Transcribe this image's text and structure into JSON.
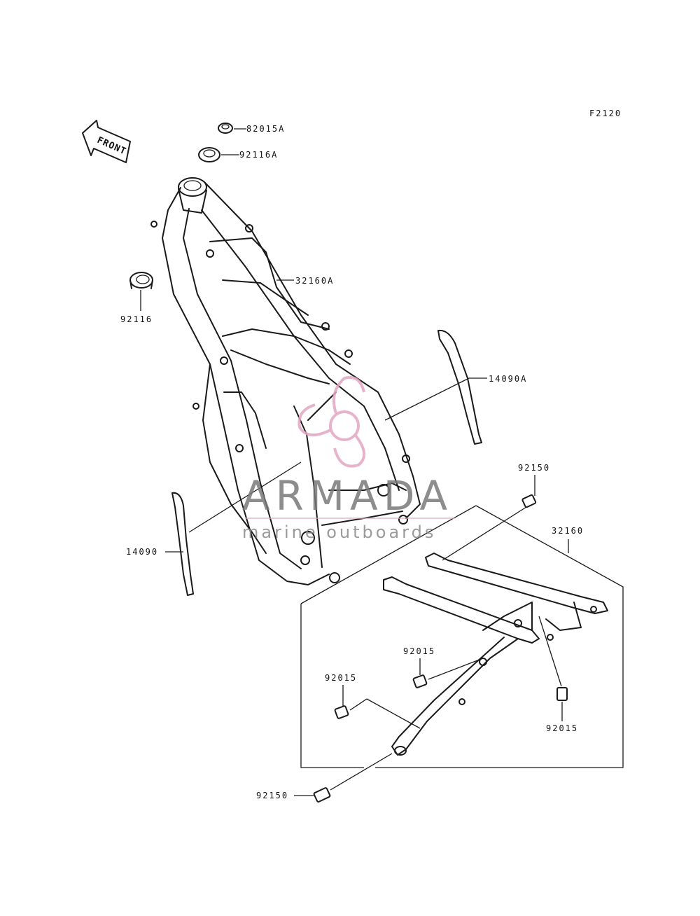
{
  "figure_code": "F2120",
  "front_label": "FRONT",
  "parts": {
    "p82015A": "82015A",
    "p92116A": "92116A",
    "p92116": "92116",
    "p32160A": "32160A",
    "p14090A": "14090A",
    "p14090": "14090",
    "p92150_top": "92150",
    "p32160": "32160",
    "p92015_a": "92015",
    "p92015_b": "92015",
    "p92015_c": "92015",
    "p92150_bottom": "92150"
  },
  "watermark": {
    "title": "ARMADA",
    "subtitle": "marine outboards",
    "color": "#e3a6c2"
  }
}
